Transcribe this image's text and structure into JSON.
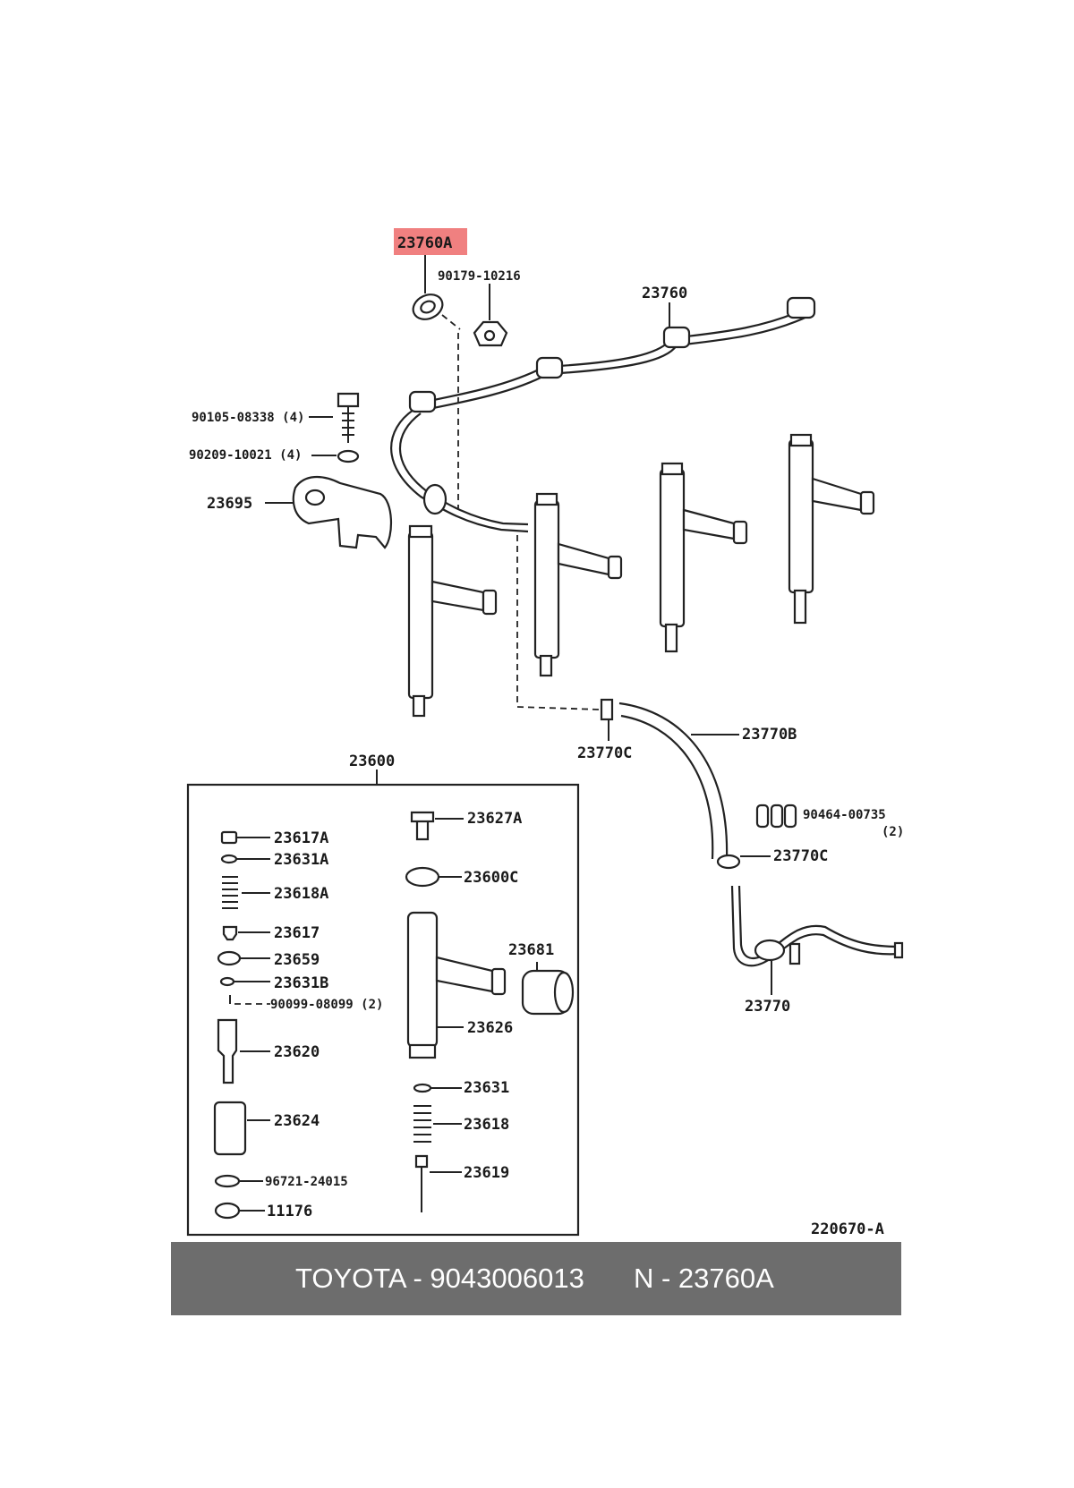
{
  "highlight_color": "#f08080",
  "labels": {
    "highlighted": "23760A",
    "washer_bolt_cap": "90179-10216",
    "pipe_set": "23760",
    "bolt": "90105-08338 (4)",
    "washer": "90209-10021 (4)",
    "clamp": "23695",
    "hose_clip_top": "23770C",
    "hose": "23770B",
    "clip_part": "90464-00735",
    "clip_qty": "(2)",
    "hose_clip_bottom": "23770C",
    "leak_pipe": "23770",
    "nozzle_assy": "23600",
    "diagram_code": "220670-A"
  },
  "kit": {
    "left": [
      "23617A",
      "23631A",
      "23618A",
      "23617",
      "23659",
      "23631B",
      "90099-08099 (2)",
      "23620",
      "23624",
      "96721-24015",
      "11176"
    ],
    "right": [
      "23627A",
      "23600C",
      "23681",
      "23626",
      "23631",
      "23618",
      "23619"
    ]
  },
  "footer": {
    "brand_part": "TOYOTA - 9043006013",
    "ref": "N - 23760A",
    "bg_color": "#6d6d6d"
  }
}
